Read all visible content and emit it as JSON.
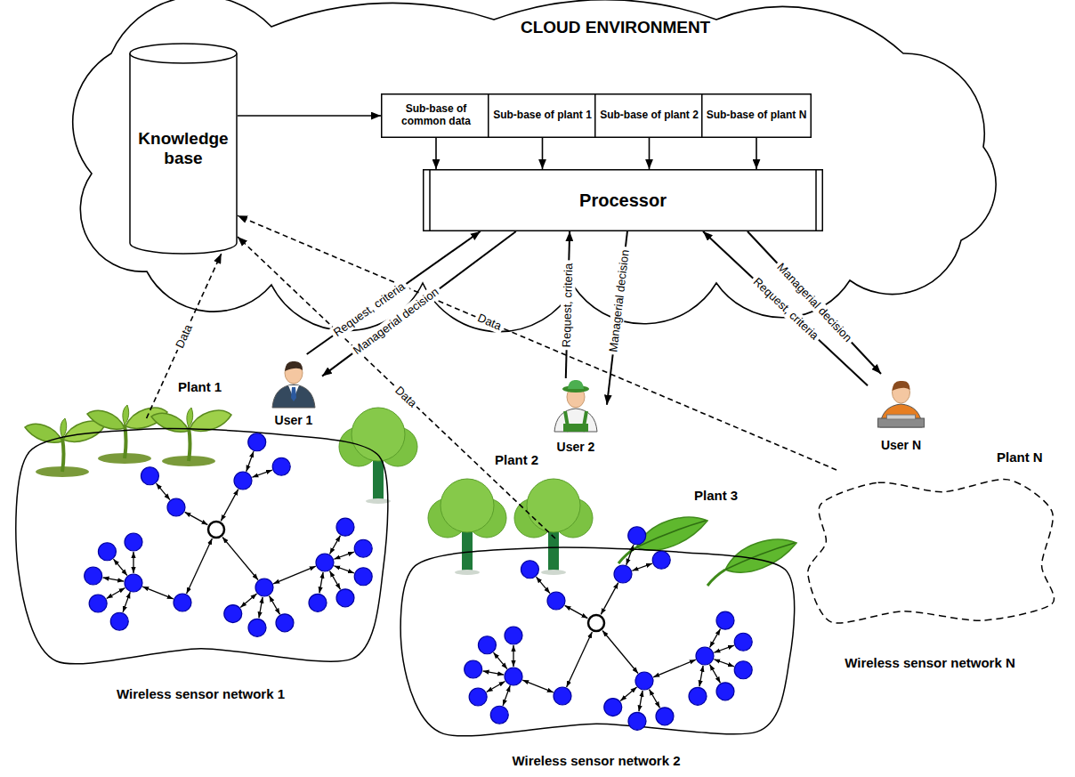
{
  "diagram": {
    "nodes": [
      {
        "text": [
          "CLOUD ENVIRONMENT"
        ]
      },
      {
        "text": [
          "Knowledge base"
        ],
        "in": 0
      },
      {
        "text": [
          "Sub-base of common data"
        ],
        "in": 0
      },
      {
        "text": [
          "Sub-base of plant 1"
        ],
        "in": 0
      },
      {
        "text": [
          "Sub-base of plant 2"
        ],
        "in": 0
      },
      {
        "text": [
          "Sub-base of plant N"
        ],
        "in": 0
      },
      {
        "text": [
          "Processor"
        ],
        "in": 0
      },
      {
        "text": [
          "User 1"
        ]
      },
      {
        "text": [
          "User 2"
        ]
      },
      {
        "text": [
          "User N"
        ]
      },
      {
        "text": [
          "Wireless sensor network 1"
        ]
      },
      {
        "text": [
          "Wireless sensor network 2"
        ]
      },
      {
        "text": [
          "Wireless sensor network N"
        ]
      }
    ],
    "edges": [
      {
        "from": 1,
        "to": 2,
        "arrow": "to"
      },
      {
        "from": 2,
        "to": 6,
        "arrow": "to"
      },
      {
        "from": 3,
        "to": 6,
        "arrow": "to"
      },
      {
        "from": 4,
        "to": 6,
        "arrow": "to"
      },
      {
        "from": 5,
        "to": 6,
        "arrow": "to"
      },
      {
        "from": 7,
        "to": 6,
        "label": "Request, criteria",
        "arrow": "to"
      },
      {
        "from": 6,
        "to": 7,
        "label": "Managerial decision",
        "arrow": "to"
      },
      {
        "from": 8,
        "to": 6,
        "label": "Request, criteria",
        "arrow": "to"
      },
      {
        "from": 6,
        "to": 8,
        "label": "Managerial decision",
        "arrow": "to"
      },
      {
        "from": 9,
        "to": 6,
        "label": "Request, criteria",
        "arrow": "to"
      },
      {
        "from": 6,
        "to": 9,
        "label": "Managerial decision",
        "arrow": "to"
      },
      {
        "from": 10,
        "to": 1,
        "label": "Data",
        "arrow": "to"
      },
      {
        "from": 11,
        "to": 1,
        "label": "Data",
        "arrow": "to"
      },
      {
        "from": 12,
        "to": 1,
        "label": "Data",
        "arrow": "to"
      }
    ],
    "labels": [
      "Plant 1",
      "Plant 2",
      "Plant 3",
      "Plant N"
    ]
  }
}
